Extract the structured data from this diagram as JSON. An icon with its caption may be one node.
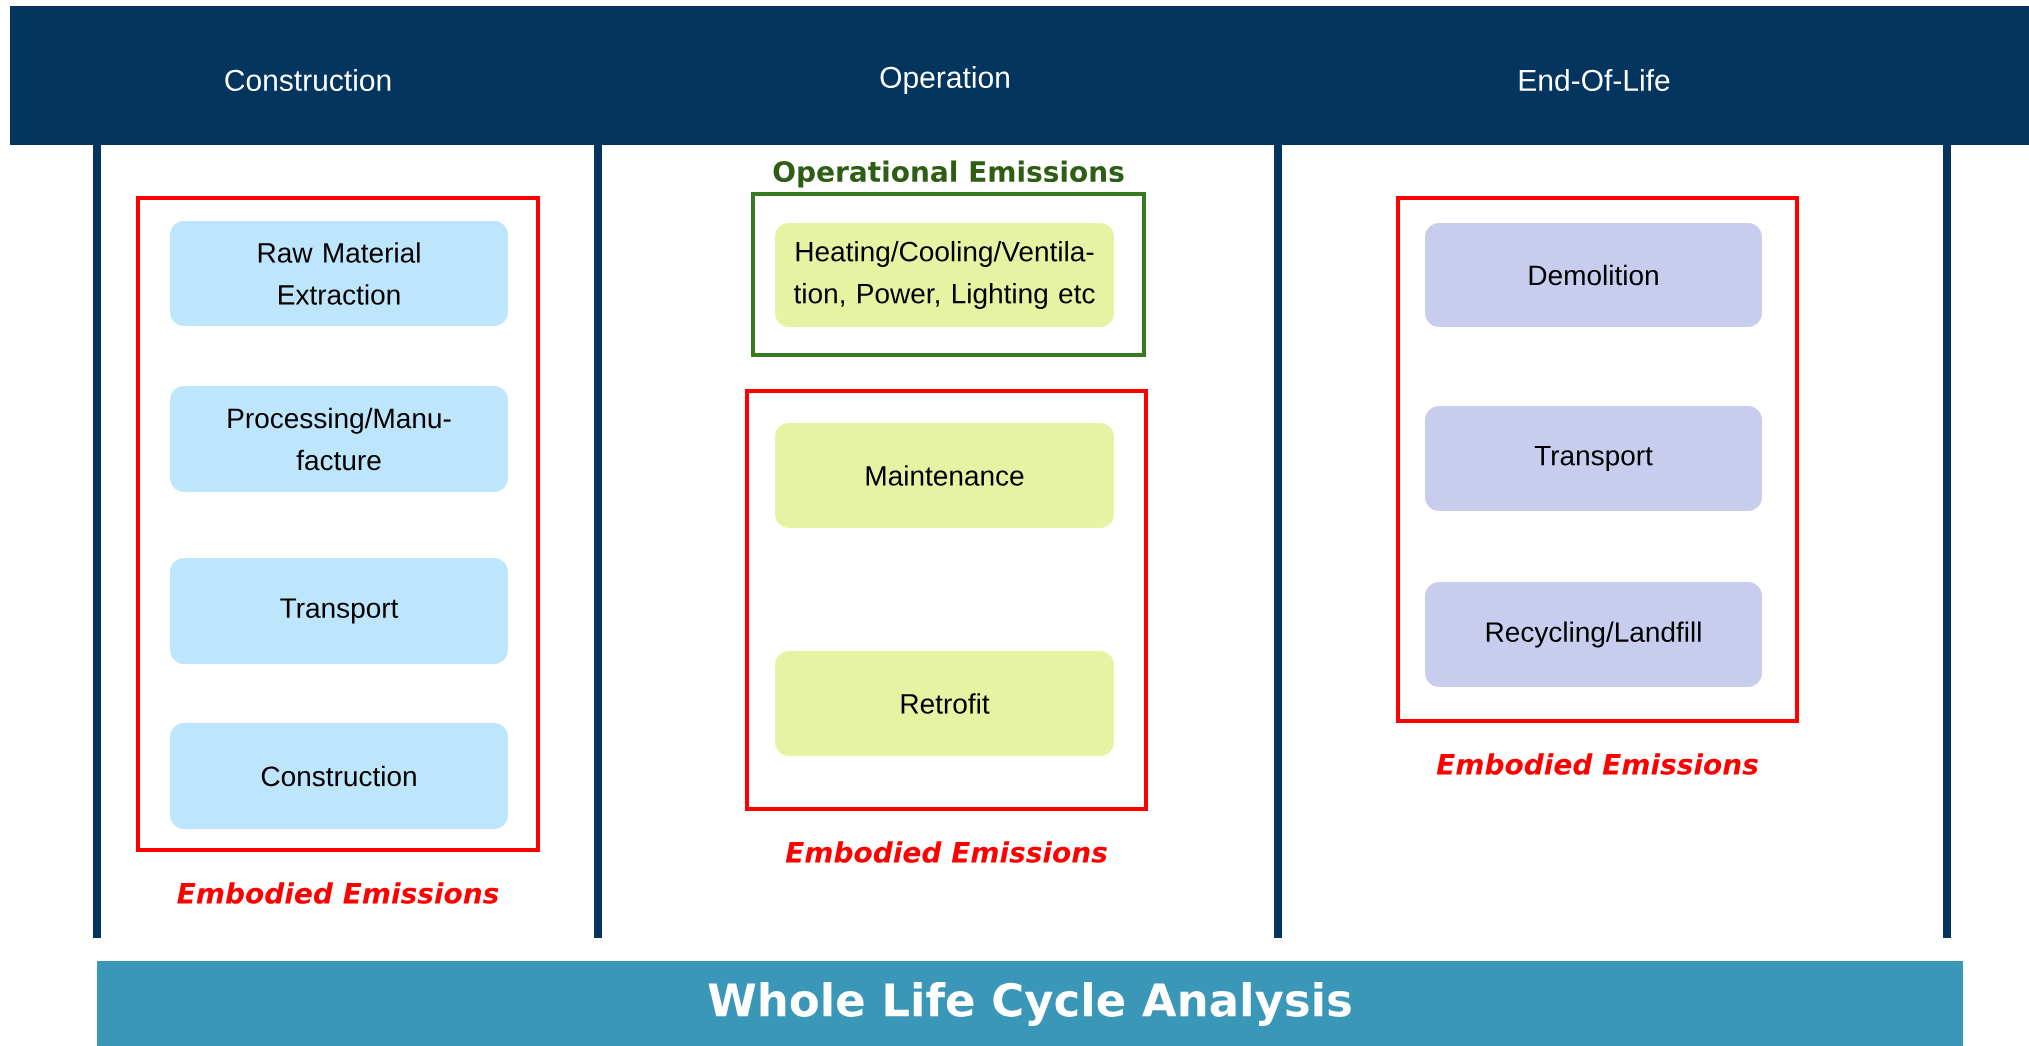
{
  "diagram": {
    "caption": "Whole Life Cycle Analysis",
    "nodes": [
      {
        "text": [
          "Embodied Emissions"
        ]
      },
      {
        "text": [
          "Raw Material Extraction"
        ],
        "in": 0
      },
      {
        "text": [
          "Processing/Manu- facture"
        ],
        "in": 0
      },
      {
        "text": [
          "Transport"
        ],
        "in": 0
      },
      {
        "text": [
          "Construction"
        ],
        "in": 0
      },
      {
        "text": [
          "Operational Emissions"
        ]
      },
      {
        "text": [
          "Heating/Cooling/Ventila- tion, Power, Lighting etc"
        ],
        "in": 5
      },
      {
        "text": [
          "Embodied Emissions"
        ]
      },
      {
        "text": [
          "Maintenance"
        ],
        "in": 7
      },
      {
        "text": [
          "Retrofit"
        ],
        "in": 7
      },
      {
        "text": [
          "Embodied Emissions"
        ]
      },
      {
        "text": [
          "Demolition"
        ],
        "in": 10
      },
      {
        "text": [
          "Transport"
        ],
        "in": 10
      },
      {
        "text": [
          "Recycling/Landfill"
        ],
        "in": 10
      }
    ],
    "labels": [
      "Construction",
      "Operation",
      "End-Of-Life"
    ]
  }
}
